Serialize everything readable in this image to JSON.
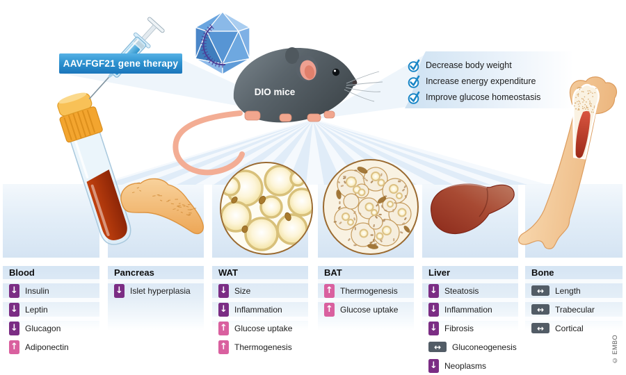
{
  "figure": {
    "therapy_label": "AAV-FGF21 gene therapy",
    "mouse_label": "DIO mice",
    "benefits": [
      "Decrease body weight",
      "Increase energy expenditure",
      "Improve glucose homeostasis"
    ],
    "credit": "© EMBO"
  },
  "legend_symbols": {
    "decrease": "↓",
    "increase": "↑",
    "unchanged": "↔"
  },
  "colors": {
    "decrease_chip": "#7b2d84",
    "increase_chip": "#d9609f",
    "unchanged_chip": "#525c66",
    "check_blue": "#1a86c6",
    "label_blue": "#1b76bb"
  },
  "panels": [
    {
      "title": "Blood",
      "items": [
        {
          "change": "decrease",
          "label": "Insulin"
        },
        {
          "change": "decrease",
          "label": "Leptin"
        },
        {
          "change": "decrease",
          "label": "Glucagon"
        },
        {
          "change": "increase",
          "label": "Adiponectin"
        }
      ]
    },
    {
      "title": "Pancreas",
      "items": [
        {
          "change": "decrease",
          "label": "Islet hyperplasia"
        }
      ]
    },
    {
      "title": "WAT",
      "items": [
        {
          "change": "decrease",
          "label": "Size"
        },
        {
          "change": "decrease",
          "label": "Inflammation"
        },
        {
          "change": "increase",
          "label": "Glucose uptake"
        },
        {
          "change": "increase",
          "label": "Thermogenesis"
        }
      ]
    },
    {
      "title": "BAT",
      "items": [
        {
          "change": "increase",
          "label": "Thermogenesis"
        },
        {
          "change": "increase",
          "label": "Glucose uptake"
        }
      ]
    },
    {
      "title": "Liver",
      "items": [
        {
          "change": "decrease",
          "label": "Steatosis"
        },
        {
          "change": "decrease",
          "label": "Inflammation"
        },
        {
          "change": "decrease",
          "label": "Fibrosis"
        },
        {
          "change": "unchanged",
          "label": "Gluconeogenesis"
        },
        {
          "change": "decrease",
          "label": "Neoplasms"
        }
      ]
    },
    {
      "title": "Bone",
      "items": [
        {
          "change": "unchanged",
          "label": "Length"
        },
        {
          "change": "unchanged",
          "label": "Trabecular"
        },
        {
          "change": "unchanged",
          "label": "Cortical"
        }
      ]
    }
  ]
}
